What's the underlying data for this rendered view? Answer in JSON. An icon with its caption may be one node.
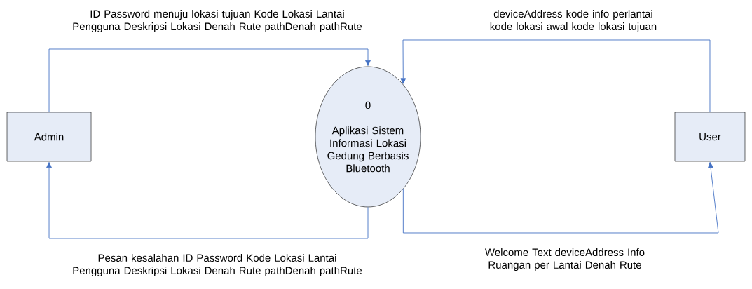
{
  "diagram": {
    "nodes": [
      {
        "text": [
          "Admin"
        ]
      },
      {
        "text": [
          "User"
        ]
      },
      {
        "text": [
          "0",
          "Aplikasi Sistem Informasi Lokasi Gedung Berbasis Bluetooth"
        ]
      }
    ],
    "edges": [
      {
        "from": 0,
        "to": 2,
        "arrow": "to",
        "label": "ID Password menuju lokasi tujuan Kode Lokasi Lantai Pengguna Deskripsi Lokasi Denah Rute pathDenah pathRute"
      },
      {
        "from": 1,
        "to": 2,
        "arrow": "to",
        "label": "deviceAddress kode info perlantai kode lokasi awal kode lokasi tujuan"
      },
      {
        "from": 2,
        "to": 0,
        "arrow": "to",
        "label": "Pesan kesalahan ID Password Kode Lokasi Lantai Pengguna Deskripsi Lokasi Denah Rute pathDenah pathRute"
      },
      {
        "from": 2,
        "to": 1,
        "arrow": "to",
        "label": "Welcome Text deviceAddress Info Ruangan per Lantai Denah Rute"
      }
    ]
  }
}
